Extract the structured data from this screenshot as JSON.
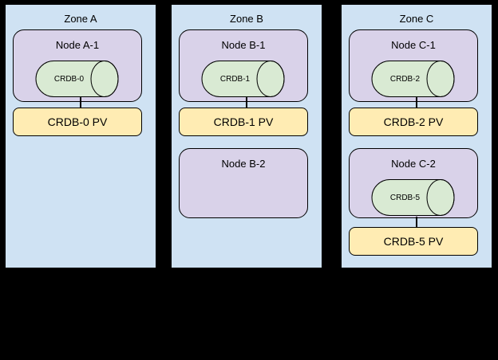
{
  "diagram": {
    "zones": [
      {
        "title": "Zone A",
        "nodes": [
          {
            "label": "Node A-1",
            "db": "CRDB-0",
            "pv": "CRDB-0 PV"
          }
        ]
      },
      {
        "title": "Zone B",
        "nodes": [
          {
            "label": "Node B-1",
            "db": "CRDB-1",
            "pv": "CRDB-1 PV"
          },
          {
            "label": "Node B-2"
          }
        ]
      },
      {
        "title": "Zone C",
        "nodes": [
          {
            "label": "Node C-1",
            "db": "CRDB-2",
            "pv": "CRDB-2 PV"
          },
          {
            "label": "Node C-2",
            "db": "CRDB-5",
            "pv": "CRDB-5 PV"
          }
        ]
      }
    ],
    "colors": {
      "canvas_background": "#000000",
      "zone_fill": "#cfe2f3",
      "zone_border": "#000000",
      "node_fill": "#d9d2e9",
      "node_border": "#000000",
      "database_fill": "#d9ead3",
      "database_border": "#000000",
      "pv_fill": "#ffecb3",
      "pv_border": "#000000",
      "text": "#000000"
    }
  }
}
